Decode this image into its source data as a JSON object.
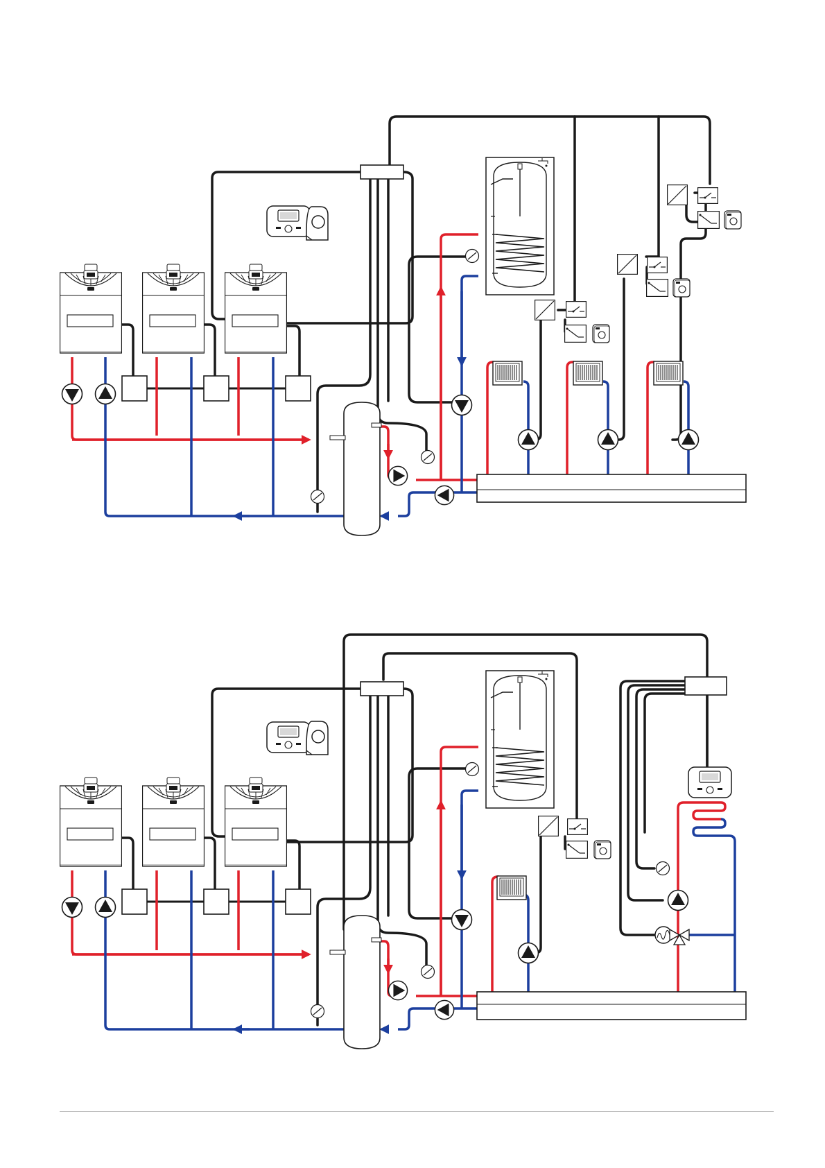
{
  "colors": {
    "flow": "#e0202a",
    "return": "#1c3f9e",
    "wire": "#1a1a1a",
    "rule": "#bdbdbd"
  },
  "diagrams": [
    {
      "id": "top-schematic",
      "components": [
        "boiler-1",
        "boiler-2",
        "boiler-3",
        "system-controller",
        "outdoor-sensor",
        "hydraulic-separator",
        "dhw-cylinder",
        "distribution-manifold",
        "radiator-circuit-1",
        "radiator-circuit-2",
        "radiator-circuit-3"
      ]
    },
    {
      "id": "bottom-schematic",
      "components": [
        "boiler-1",
        "boiler-2",
        "boiler-3",
        "system-controller",
        "outdoor-sensor",
        "hydraulic-separator",
        "dhw-cylinder",
        "distribution-manifold",
        "radiator-circuit",
        "underfloor-circuit",
        "room-controller"
      ]
    }
  ],
  "icons": [
    "pump-icon",
    "sensor-icon",
    "mixing-valve-icon",
    "room-thermostat-icon",
    "relay-icon",
    "transformer-icon",
    "boiler-icon",
    "controller-icon",
    "outdoor-sensor-icon",
    "radiator-icon",
    "underfloor-heating-icon"
  ]
}
